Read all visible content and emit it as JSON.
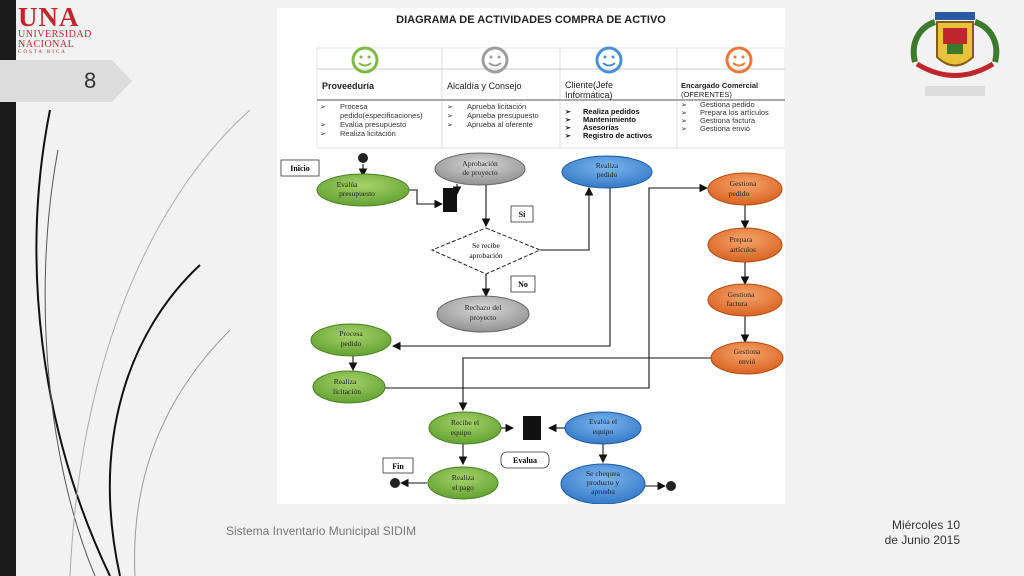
{
  "slide": {
    "number": "8"
  },
  "logo": {
    "line1": "UNA",
    "line2": "UNIVERSIDAD",
    "line3": "NACIONAL",
    "line4": "COSTA RICA"
  },
  "diagram": {
    "title": "DIAGRAMA DE ACTIVIDADES COMPRA DE ACTIVO",
    "lanes": [
      {
        "name": "Proveeduría",
        "color": "#7fb843",
        "items": [
          "Procesa",
          "pedido(especificaciones)",
          "Evalúa presupuesto",
          "Realiza licitación"
        ],
        "bold": false
      },
      {
        "name": "Alcaldía y Consejo",
        "color": "#9e9e9e",
        "items": [
          "Aprueba licitación",
          "Aprueba presupuesto",
          "Aprueba al oferente"
        ],
        "bold": false
      },
      {
        "name": "Cliente(Jefe Informática)",
        "name_line1": "Cliente(Jefe",
        "name_line2": "Informática)",
        "color": "#4a90d9",
        "items": [
          "Realiza pedidos",
          "Mantenimiento",
          "Asesorías",
          "Registro de activos"
        ],
        "bold": true
      },
      {
        "name": "Encargado Comercial (OFERENTES)",
        "name_line1": "Encargado Comercial",
        "name_line2": "(OFERENTES)",
        "color": "#e8793a",
        "items": [
          "Gestiona pedido",
          "Prepara los artículos",
          "Gestiona factura",
          "Gestiona envió"
        ],
        "bold": false
      }
    ],
    "nodes": {
      "inicio": "Inicio",
      "evalua_presupuesto": [
        "Evalúa",
        "presupuesto"
      ],
      "aprobacion_proyecto": [
        "Aprobación",
        "de proyecto"
      ],
      "si": "Sí",
      "se_recibe_aprobacion": [
        "Se recibe",
        "aprobación"
      ],
      "no": "No",
      "rechazo_proyecto": [
        "Rechazo del",
        "proyecto"
      ],
      "realiza_pedido": [
        "Realiza",
        "pedido"
      ],
      "gestiona_pedido": [
        "Gestiona",
        "pedido"
      ],
      "prepara_articulos": [
        "Prepara",
        "artículos"
      ],
      "gestiona_factura": [
        "Gestiona",
        "factura"
      ],
      "gestiona_envio": [
        "Gestiona",
        "envió"
      ],
      "procesa_pedido": [
        "Procesa",
        "pedido"
      ],
      "realiza_licitacion": [
        "Realiza",
        "licitación"
      ],
      "recibe_equipo": [
        "Recibe el",
        "equipo"
      ],
      "evalua_equipo": [
        "Evalúa el",
        "equipo"
      ],
      "fin": "Fin",
      "evalua": "Evalua",
      "realiza_pago": [
        "Realiza",
        "el pago"
      ],
      "se_chequea": [
        "Se chequea",
        "producto y",
        "aprueba"
      ]
    }
  },
  "footer": {
    "system": "Sistema Inventario Municipal SIDIM",
    "date_line1": "Miércoles 10",
    "date_line2": "de Junio 2015"
  }
}
